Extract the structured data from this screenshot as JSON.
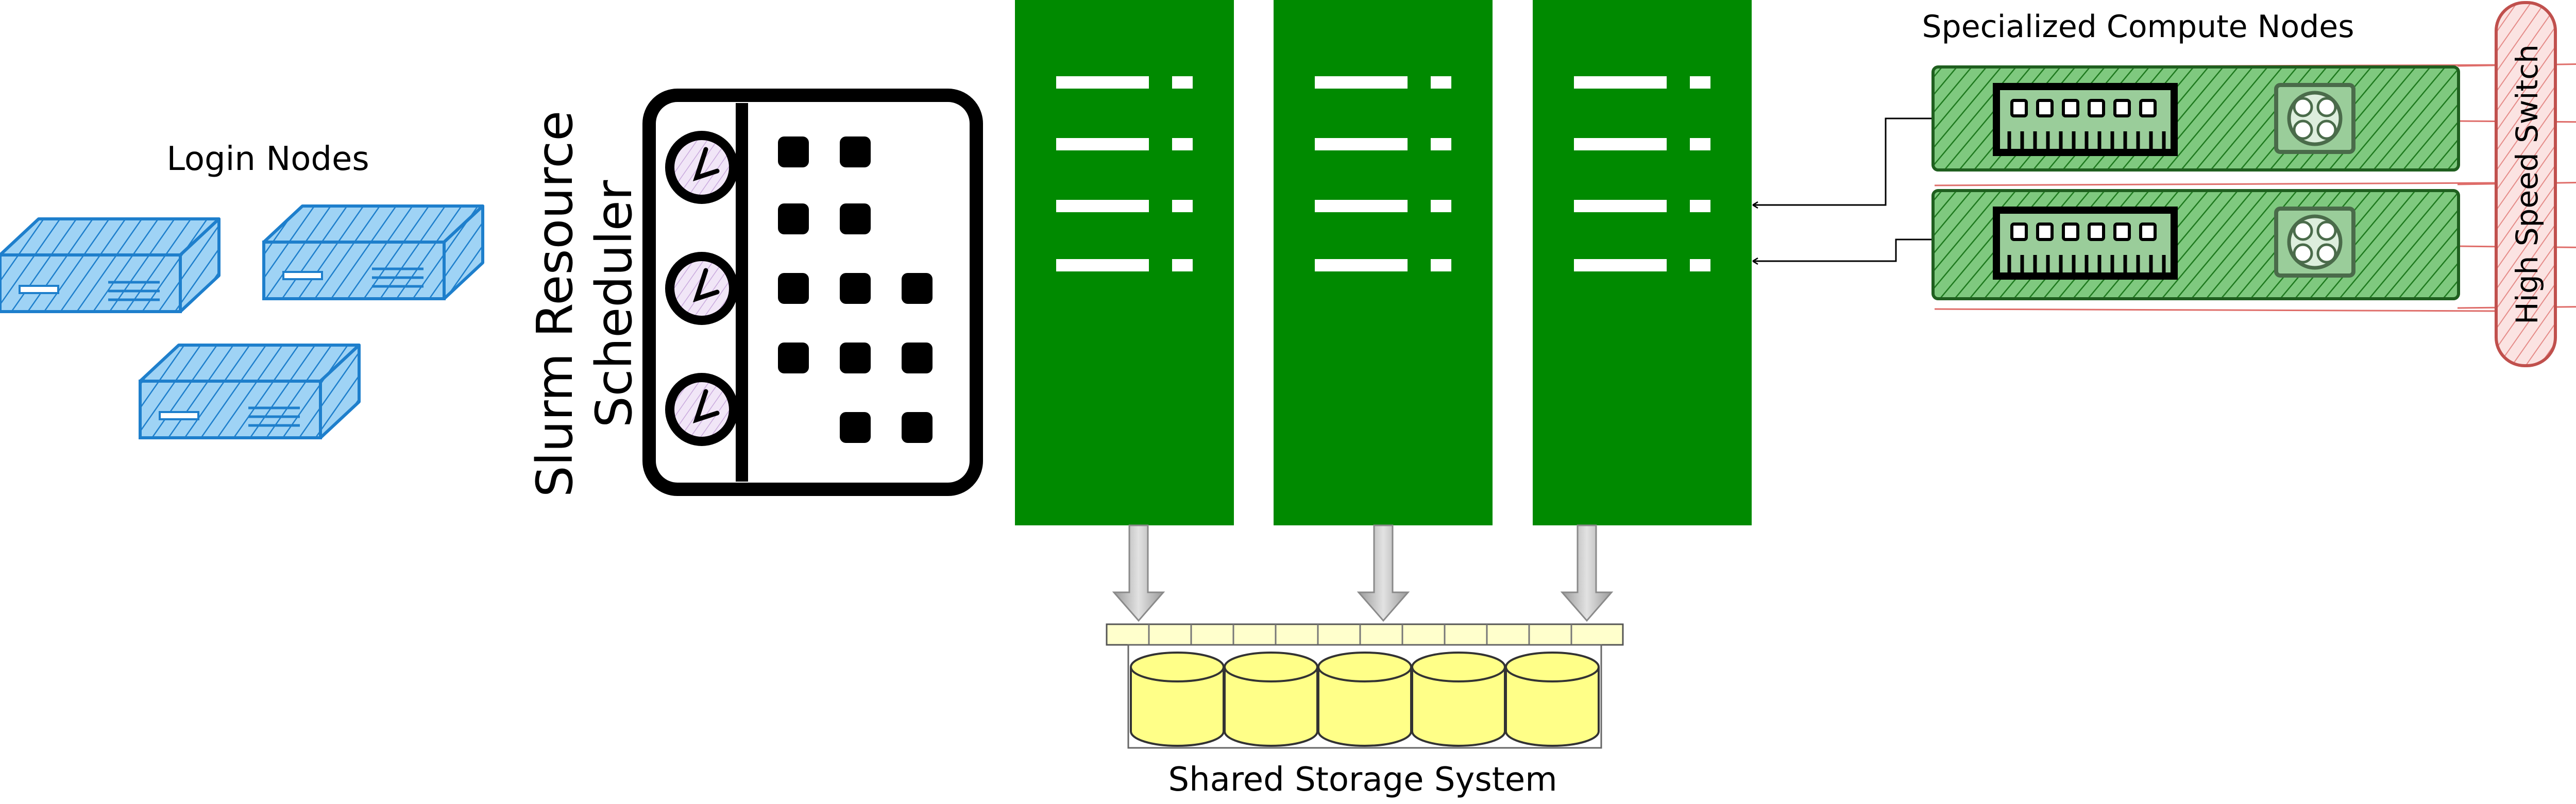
{
  "labels": {
    "login_nodes": "Login Nodes",
    "scheduler_line1": "Slurm Resource",
    "scheduler_line2": "Scheduler",
    "specialized_compute": "Specialized Compute Nodes",
    "high_speed_switch": "High Speed Switch",
    "shared_storage": "Shared Storage System"
  },
  "colors": {
    "compute_green": "#008A00",
    "login_blue": "#1E7FCC",
    "login_fill": "#9FD3F5",
    "specialized_green": "#1F7A1F",
    "specialized_fill": "#6FBF6F",
    "switch_red": "#C0504D",
    "switch_fill": "#F8CECC",
    "storage_fill": "#FFFF88",
    "storage_bar": "#FFFFCC",
    "arrow_gray": "#BBBBBB"
  },
  "icons": {
    "login_node": "server-icon",
    "scheduler": "calendar-clock-icon",
    "compute": "rack-server-icon",
    "specialized": "gpu-card-icon",
    "storage": "disk-cylinder-icon",
    "switch": "network-switch-icon"
  }
}
